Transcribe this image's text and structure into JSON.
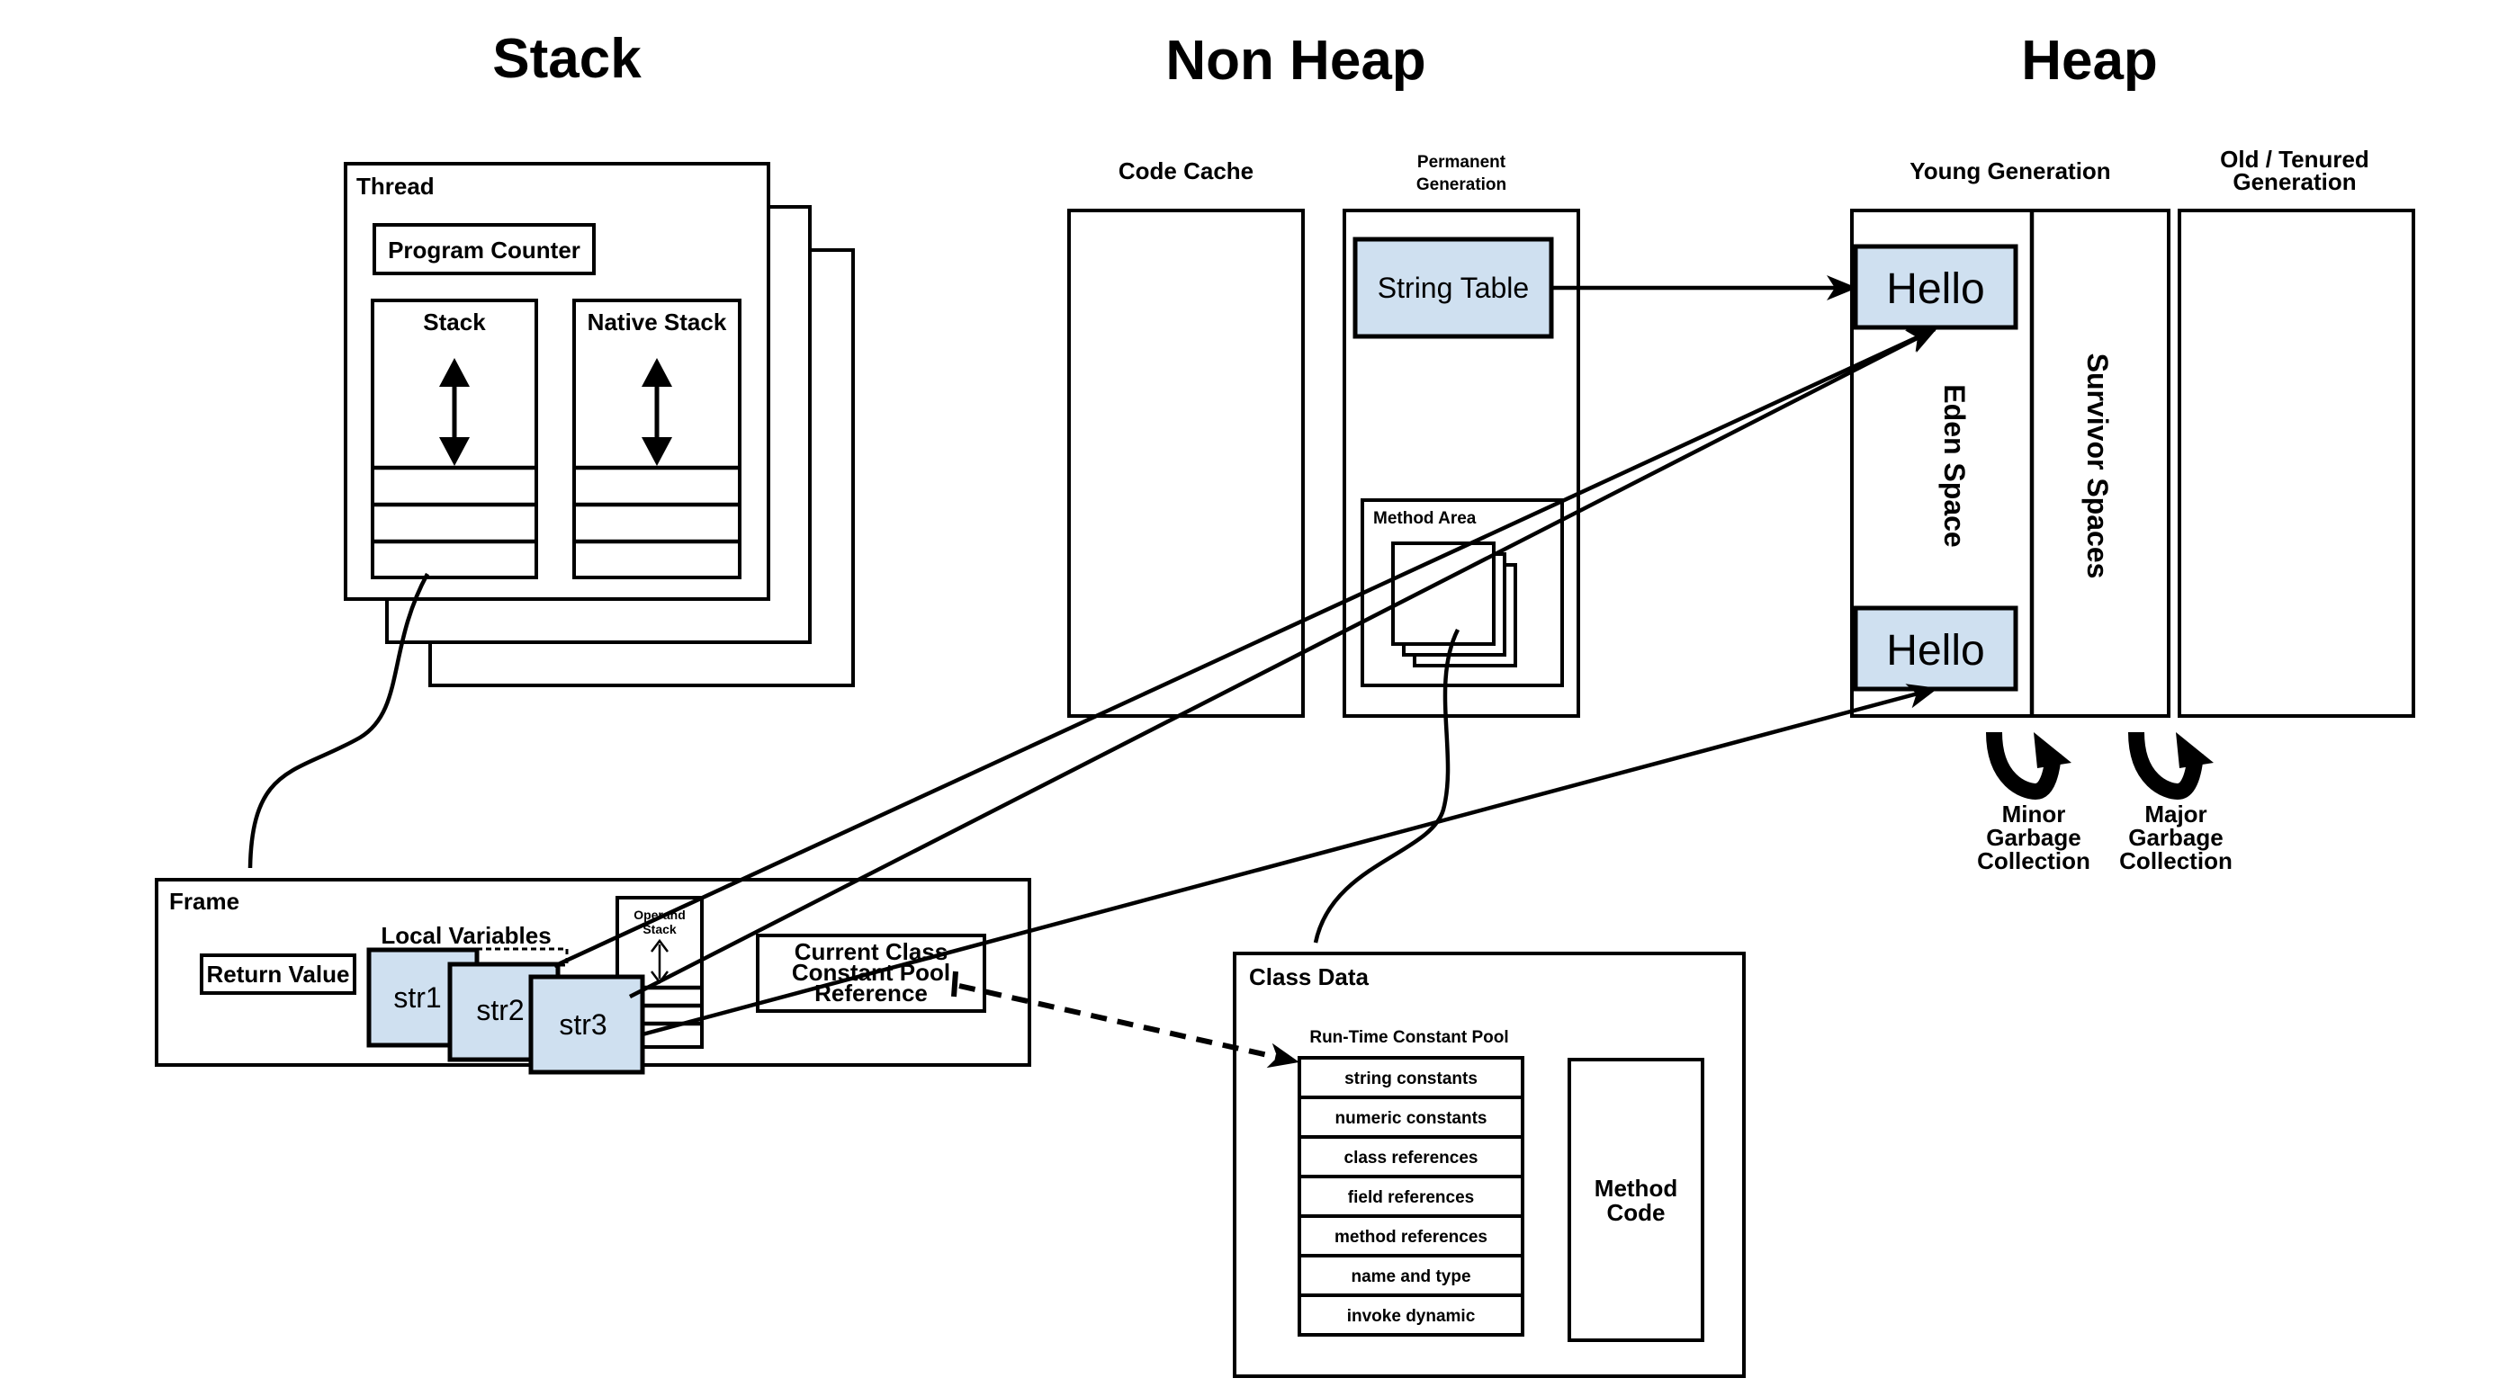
{
  "headings": {
    "stack": "Stack",
    "non_heap": "Non Heap",
    "heap": "Heap"
  },
  "thread": {
    "title": "Thread",
    "program_counter": "Program Counter",
    "stack": "Stack",
    "native_stack": "Native Stack"
  },
  "non_heap": {
    "code_cache": "Code Cache",
    "permanent_generation": [
      "Permanent",
      "Generation"
    ],
    "string_table": "String Table",
    "method_area": "Method Area"
  },
  "heap": {
    "young_generation": "Young Generation",
    "old_generation": [
      "Old / Tenured",
      "Generation"
    ],
    "eden_space": "Eden Space",
    "survivor_spaces": "Survivor Spaces",
    "hello_1": "Hello",
    "hello_2": "Hello",
    "minor_gc": [
      "Minor",
      "Garbage",
      "Collection"
    ],
    "major_gc": [
      "Major",
      "Garbage",
      "Collection"
    ]
  },
  "frame": {
    "title": "Frame",
    "return_value": "Return Value",
    "local_variables": "Local Variables",
    "operand_stack": [
      "Operand",
      "Stack"
    ],
    "vars": [
      "str1",
      "str2",
      "str3"
    ],
    "constant_pool_ref": [
      "Current Class",
      "Constant Pool",
      "Reference"
    ]
  },
  "class_data": {
    "title": "Class Data",
    "runtime_constant_pool": "Run-Time Constant Pool",
    "pool_items": [
      "string constants",
      "numeric constants",
      "class references",
      "field references",
      "method references",
      "name and type",
      "invoke dynamic"
    ],
    "method_code": [
      "Method",
      "Code"
    ]
  },
  "colors": {
    "highlight": "#cfe0f0",
    "stroke": "#000000"
  }
}
